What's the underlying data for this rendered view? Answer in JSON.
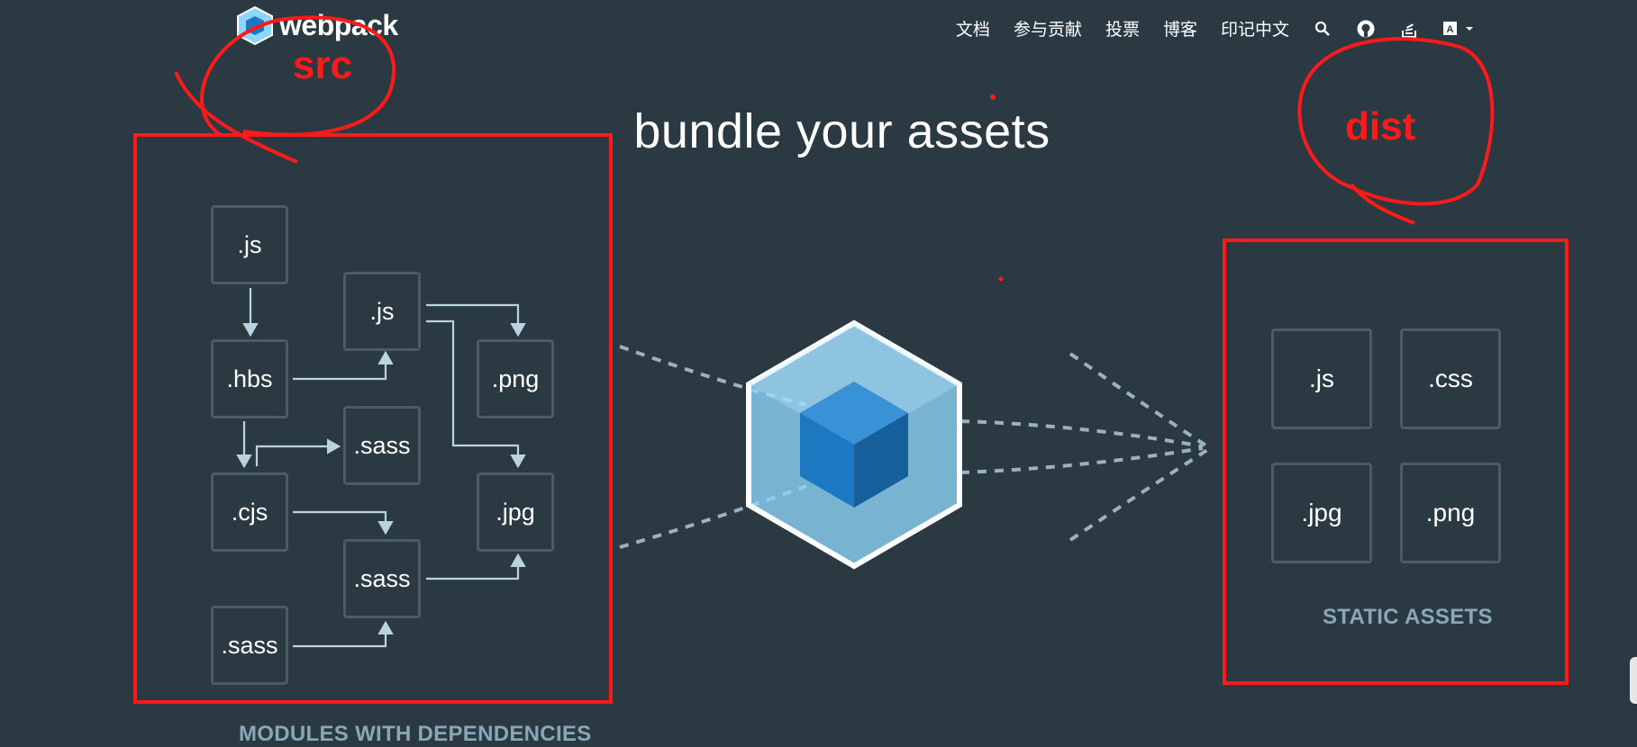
{
  "header": {
    "brand": "webpack",
    "nav": [
      {
        "label": "文档"
      },
      {
        "label": "参与贡献"
      },
      {
        "label": "投票"
      },
      {
        "label": "博客"
      },
      {
        "label": "印记中文"
      }
    ],
    "icons": [
      "search-icon",
      "github-icon",
      "stackoverflow-icon",
      "language-icon"
    ]
  },
  "hero": {
    "title": "bundle your assets"
  },
  "modules": {
    "caption": "MODULES WITH DEPENDENCIES",
    "nodes": [
      ".js",
      ".js",
      ".hbs",
      ".png",
      ".sass",
      ".cjs",
      ".jpg",
      ".sass",
      ".sass"
    ]
  },
  "assets": {
    "caption": "STATIC ASSETS",
    "nodes": [
      ".js",
      ".css",
      ".jpg",
      ".png"
    ]
  },
  "annotations": {
    "src_label": "src",
    "dist_label": "dist"
  },
  "colors": {
    "background": "#2b3a42",
    "box_border": "#4a5c66",
    "caption": "#8aa7b8",
    "cube_outer": "#8ed6fb",
    "cube_inner": "#1c78c0",
    "annotation": "#ff1a1a",
    "arrow": "#b9d4e0"
  }
}
